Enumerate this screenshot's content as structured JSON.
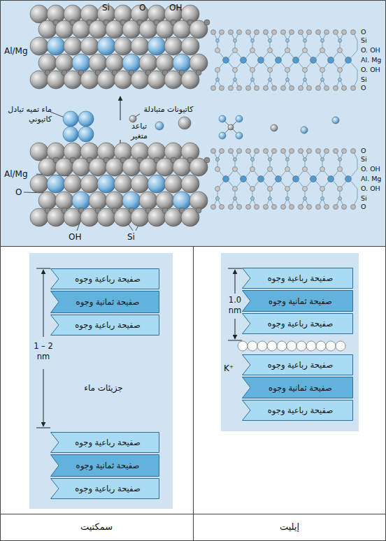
{
  "diagram": {
    "nodes": [
      {
        "text": [
          "صفيحة رباعية وجوه"
        ]
      },
      {
        "text": [
          "صفيحة ثمانية وجوه"
        ]
      },
      {
        "text": [
          "صفيحة رباعية وجوه"
        ]
      },
      {
        "text": [
          "صفيحة رباعية وجوه"
        ]
      },
      {
        "text": [
          "صفيحة ثمانية وجوه"
        ]
      },
      {
        "text": [
          "صفيحة رباعية وجوه"
        ]
      },
      {
        "text": [
          "صفيحة رباعية وجوه"
        ]
      },
      {
        "text": [
          "صفيحة ثمانية وجوه"
        ]
      },
      {
        "text": [
          "صفيحة رباعية وجوه"
        ]
      },
      {
        "text": [
          "صفيحة رباعية وجوه"
        ]
      },
      {
        "text": [
          "صفيحة ثمانية وجوه"
        ]
      },
      {
        "text": [
          "صفيحة رباعية وجوه"
        ]
      }
    ],
    "labels": [
      "Si",
      "O",
      "OH",
      "Al/Mg",
      "ماء تميه تبادل كاتيوني",
      "كاتيونات متبادلة",
      "تباعد متغير",
      "Al/Mg",
      "O",
      "OH",
      "Si",
      "O",
      "Si",
      "O. OH",
      "Al. Mg",
      "O. OH",
      "Si",
      "O",
      "O",
      "Si",
      "O. OH",
      "Al. Mg",
      "O. OH",
      "Si",
      "O",
      "1 – 2 nm",
      "جزيئات ماء",
      "1.0 nm",
      "K⁺",
      "سمكتيت",
      "إيليت"
    ]
  }
}
